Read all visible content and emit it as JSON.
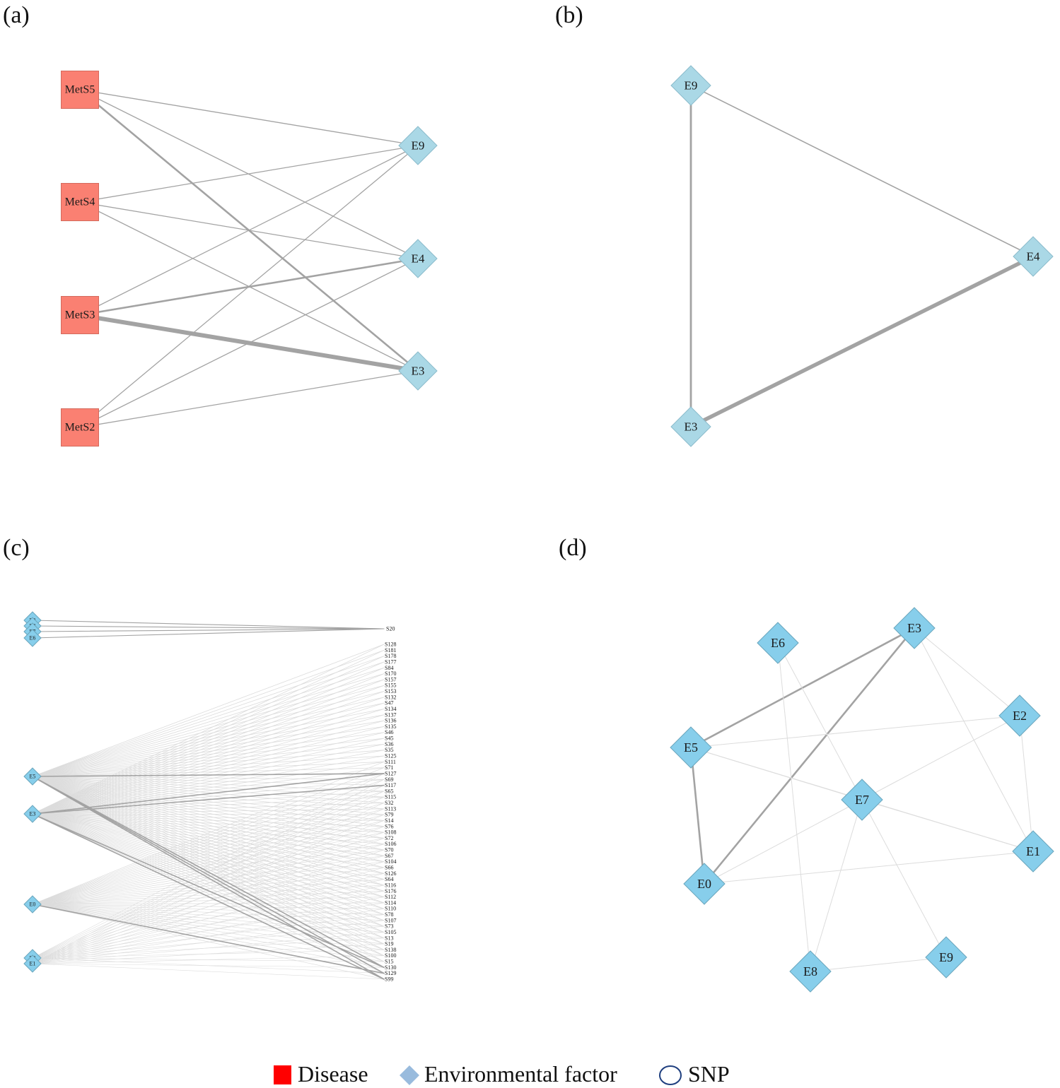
{
  "panels": [
    {
      "label": "(a)",
      "nodes": [
        {
          "id": "MetS5",
          "kind": "disease"
        },
        {
          "id": "MetS4",
          "kind": "disease"
        },
        {
          "id": "MetS3",
          "kind": "disease"
        },
        {
          "id": "MetS2",
          "kind": "disease"
        },
        {
          "id": "E9",
          "kind": "environmental"
        },
        {
          "id": "E4",
          "kind": "environmental"
        },
        {
          "id": "E3",
          "kind": "environmental"
        }
      ],
      "edges": [
        [
          "MetS5",
          "E9",
          1
        ],
        [
          "MetS5",
          "E4",
          1
        ],
        [
          "MetS5",
          "E3",
          2
        ],
        [
          "MetS4",
          "E9",
          1
        ],
        [
          "MetS4",
          "E4",
          1
        ],
        [
          "MetS4",
          "E3",
          1
        ],
        [
          "MetS3",
          "E9",
          1
        ],
        [
          "MetS3",
          "E4",
          2
        ],
        [
          "MetS3",
          "E3",
          4
        ],
        [
          "MetS2",
          "E9",
          1
        ],
        [
          "MetS2",
          "E4",
          1
        ],
        [
          "MetS2",
          "E3",
          1
        ]
      ]
    },
    {
      "label": "(b)",
      "nodes": [
        {
          "id": "E9",
          "kind": "environmental"
        },
        {
          "id": "E4",
          "kind": "environmental"
        },
        {
          "id": "E3",
          "kind": "environmental"
        }
      ],
      "edges": [
        [
          "E9",
          "E3",
          2
        ],
        [
          "E9",
          "E4",
          1
        ],
        [
          "E3",
          "E4",
          3
        ]
      ]
    },
    {
      "label": "(c)",
      "env_nodes": [
        "E9",
        "E8",
        "E7",
        "E6",
        "E5",
        "E3",
        "E0",
        "E2",
        "E1"
      ],
      "snp_top": "S20",
      "snp_list": [
        "S128",
        "S181",
        "S178",
        "S177",
        "S84",
        "S170",
        "S157",
        "S155",
        "S153",
        "S132",
        "S47",
        "S134",
        "S137",
        "S136",
        "S135",
        "S46",
        "S45",
        "S36",
        "S35",
        "S125",
        "S111",
        "S71",
        "S127",
        "S69",
        "S117",
        "S65",
        "S115",
        "S32",
        "S113",
        "S79",
        "S14",
        "S76",
        "S108",
        "S72",
        "S106",
        "S70",
        "S67",
        "S104",
        "S66",
        "S126",
        "S64",
        "S116",
        "S176",
        "S112",
        "S114",
        "S110",
        "S78",
        "S107",
        "S73",
        "S105",
        "S13",
        "S19",
        "S138",
        "S100",
        "S15",
        "S130",
        "S129",
        "S99"
      ]
    },
    {
      "label": "(d)",
      "nodes": [
        {
          "id": "E3",
          "kind": "environmental"
        },
        {
          "id": "E6",
          "kind": "environmental"
        },
        {
          "id": "E2",
          "kind": "environmental"
        },
        {
          "id": "E5",
          "kind": "environmental"
        },
        {
          "id": "E7",
          "kind": "environmental"
        },
        {
          "id": "E1",
          "kind": "environmental"
        },
        {
          "id": "E0",
          "kind": "environmental"
        },
        {
          "id": "E8",
          "kind": "environmental"
        },
        {
          "id": "E9",
          "kind": "environmental"
        }
      ],
      "edges": [
        [
          "E5",
          "E3",
          2
        ],
        [
          "E0",
          "E3",
          2
        ],
        [
          "E5",
          "E0",
          2
        ],
        [
          "E6",
          "E7",
          0
        ],
        [
          "E6",
          "E8",
          0
        ],
        [
          "E3",
          "E2",
          0
        ],
        [
          "E3",
          "E1",
          0
        ],
        [
          "E5",
          "E2",
          0
        ],
        [
          "E5",
          "E7",
          0
        ],
        [
          "E5",
          "E1",
          0
        ],
        [
          "E2",
          "E7",
          0
        ],
        [
          "E2",
          "E1",
          0
        ],
        [
          "E7",
          "E1",
          0
        ],
        [
          "E7",
          "E0",
          0
        ],
        [
          "E0",
          "E1",
          0
        ],
        [
          "E7",
          "E8",
          0
        ],
        [
          "E7",
          "E9",
          0
        ],
        [
          "E8",
          "E9",
          0
        ]
      ]
    }
  ],
  "legend": {
    "disease_label": "Disease",
    "env_label": "Environmental factor",
    "snp_label": "SNP"
  },
  "colors": {
    "disease": "#fa8072",
    "env_a": "#aad8e6",
    "env_d": "#87ceeb",
    "edge": "#a3a3a3",
    "edge_light": "#dcdcdc",
    "legend_disease": "#ff0000",
    "legend_env": "#99bbdd",
    "legend_snp": "#1f3f7f"
  }
}
